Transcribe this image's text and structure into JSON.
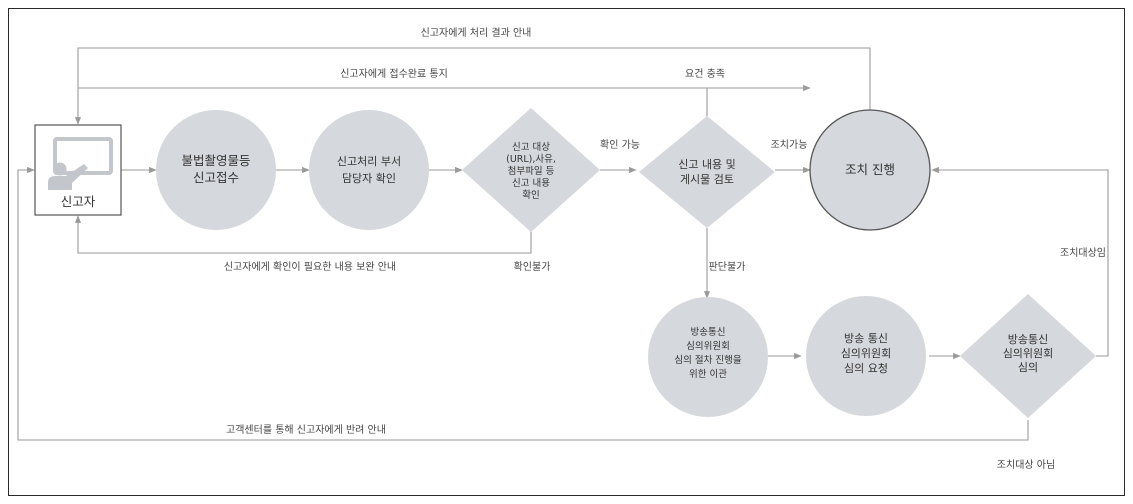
{
  "nodes": {
    "reporter": {
      "label": "신고자"
    },
    "receive": {
      "lines": [
        "불법촬영물등",
        "신고접수"
      ]
    },
    "check_dept": {
      "lines": [
        "신고처리 부서",
        "담당자 확인"
      ]
    },
    "verify": {
      "lines": [
        "신고 대상",
        "(URL),사유,",
        "첨부파일 등",
        "신고 내용",
        "확인"
      ]
    },
    "review": {
      "lines": [
        "신고 내용 및",
        "게시물 검토"
      ]
    },
    "action": {
      "label": "조치 진행"
    },
    "transfer": {
      "lines": [
        "방송통신",
        "심의위원회",
        "심의 절차 진행을",
        "위한 이관"
      ]
    },
    "request": {
      "lines": [
        "방송 통신",
        "심의위원회",
        "심의 요청"
      ]
    },
    "deliberation": {
      "lines": [
        "방송통신",
        "심의위원회",
        "심의"
      ]
    }
  },
  "edge_labels": {
    "result_notice": "신고자에게 처리 결과 안내",
    "receipt_notice": "신고자에게 접수완료 통지",
    "requirement_met": "요건 충족",
    "verifiable": "확인 가능",
    "actionable": "조치가능",
    "supplement_notice": "신고자에게 확인이 필요한 내용 보완 안내",
    "unverifiable": "확인불가",
    "undecidable": "판단불가",
    "action_target": "조치대상임",
    "reject_notice": "고객센터를 통해 신고자에게 반려 안내",
    "not_target": "조치대상 아님"
  },
  "colors": {
    "shape_fill": "#d5d8dd",
    "line": "#9a9a9a",
    "text": "#333333"
  }
}
